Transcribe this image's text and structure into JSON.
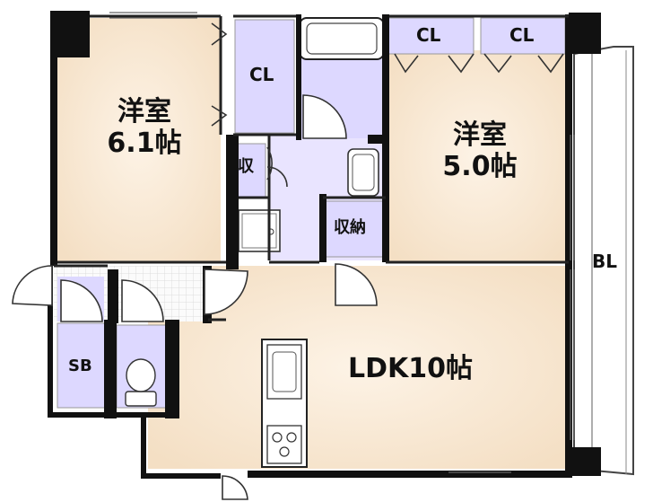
{
  "rooms": {
    "west_bedroom": {
      "name": "洋室",
      "size": "6.1帖"
    },
    "east_bedroom": {
      "name": "洋室",
      "size": "5.0帖"
    },
    "ldk": {
      "label": "LDK10帖"
    },
    "closet_west": "CL",
    "closet_east_1": "CL",
    "closet_east_2": "CL",
    "storage_small": "収",
    "storage": "収納",
    "shoe_box": "SB",
    "balcony": "BL"
  },
  "colors": {
    "wall": "#111111",
    "floor_wood": "#f6e6cf",
    "storage_fill": "#ddd8ff",
    "wet_area": "#ffffff",
    "balcony": "#ffffff"
  }
}
